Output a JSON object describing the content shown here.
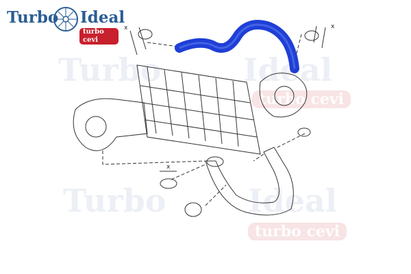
{
  "logo": {
    "word1": "Turbo",
    "word2": "Ideal",
    "badge": "turbo cevi"
  },
  "watermarks": [
    {
      "word1": "Turbo",
      "word2": "Ideal",
      "badge": "turbo cevi"
    },
    {
      "word1": "Turbo",
      "word2": "Ideal",
      "badge": "turbo cevi"
    }
  ],
  "dimension_labels": [
    "x",
    "x",
    "x"
  ],
  "colors": {
    "highlight_hose": "#1f3fd6",
    "brand_blue": "#2a5d94",
    "brand_red": "#c8202c"
  }
}
